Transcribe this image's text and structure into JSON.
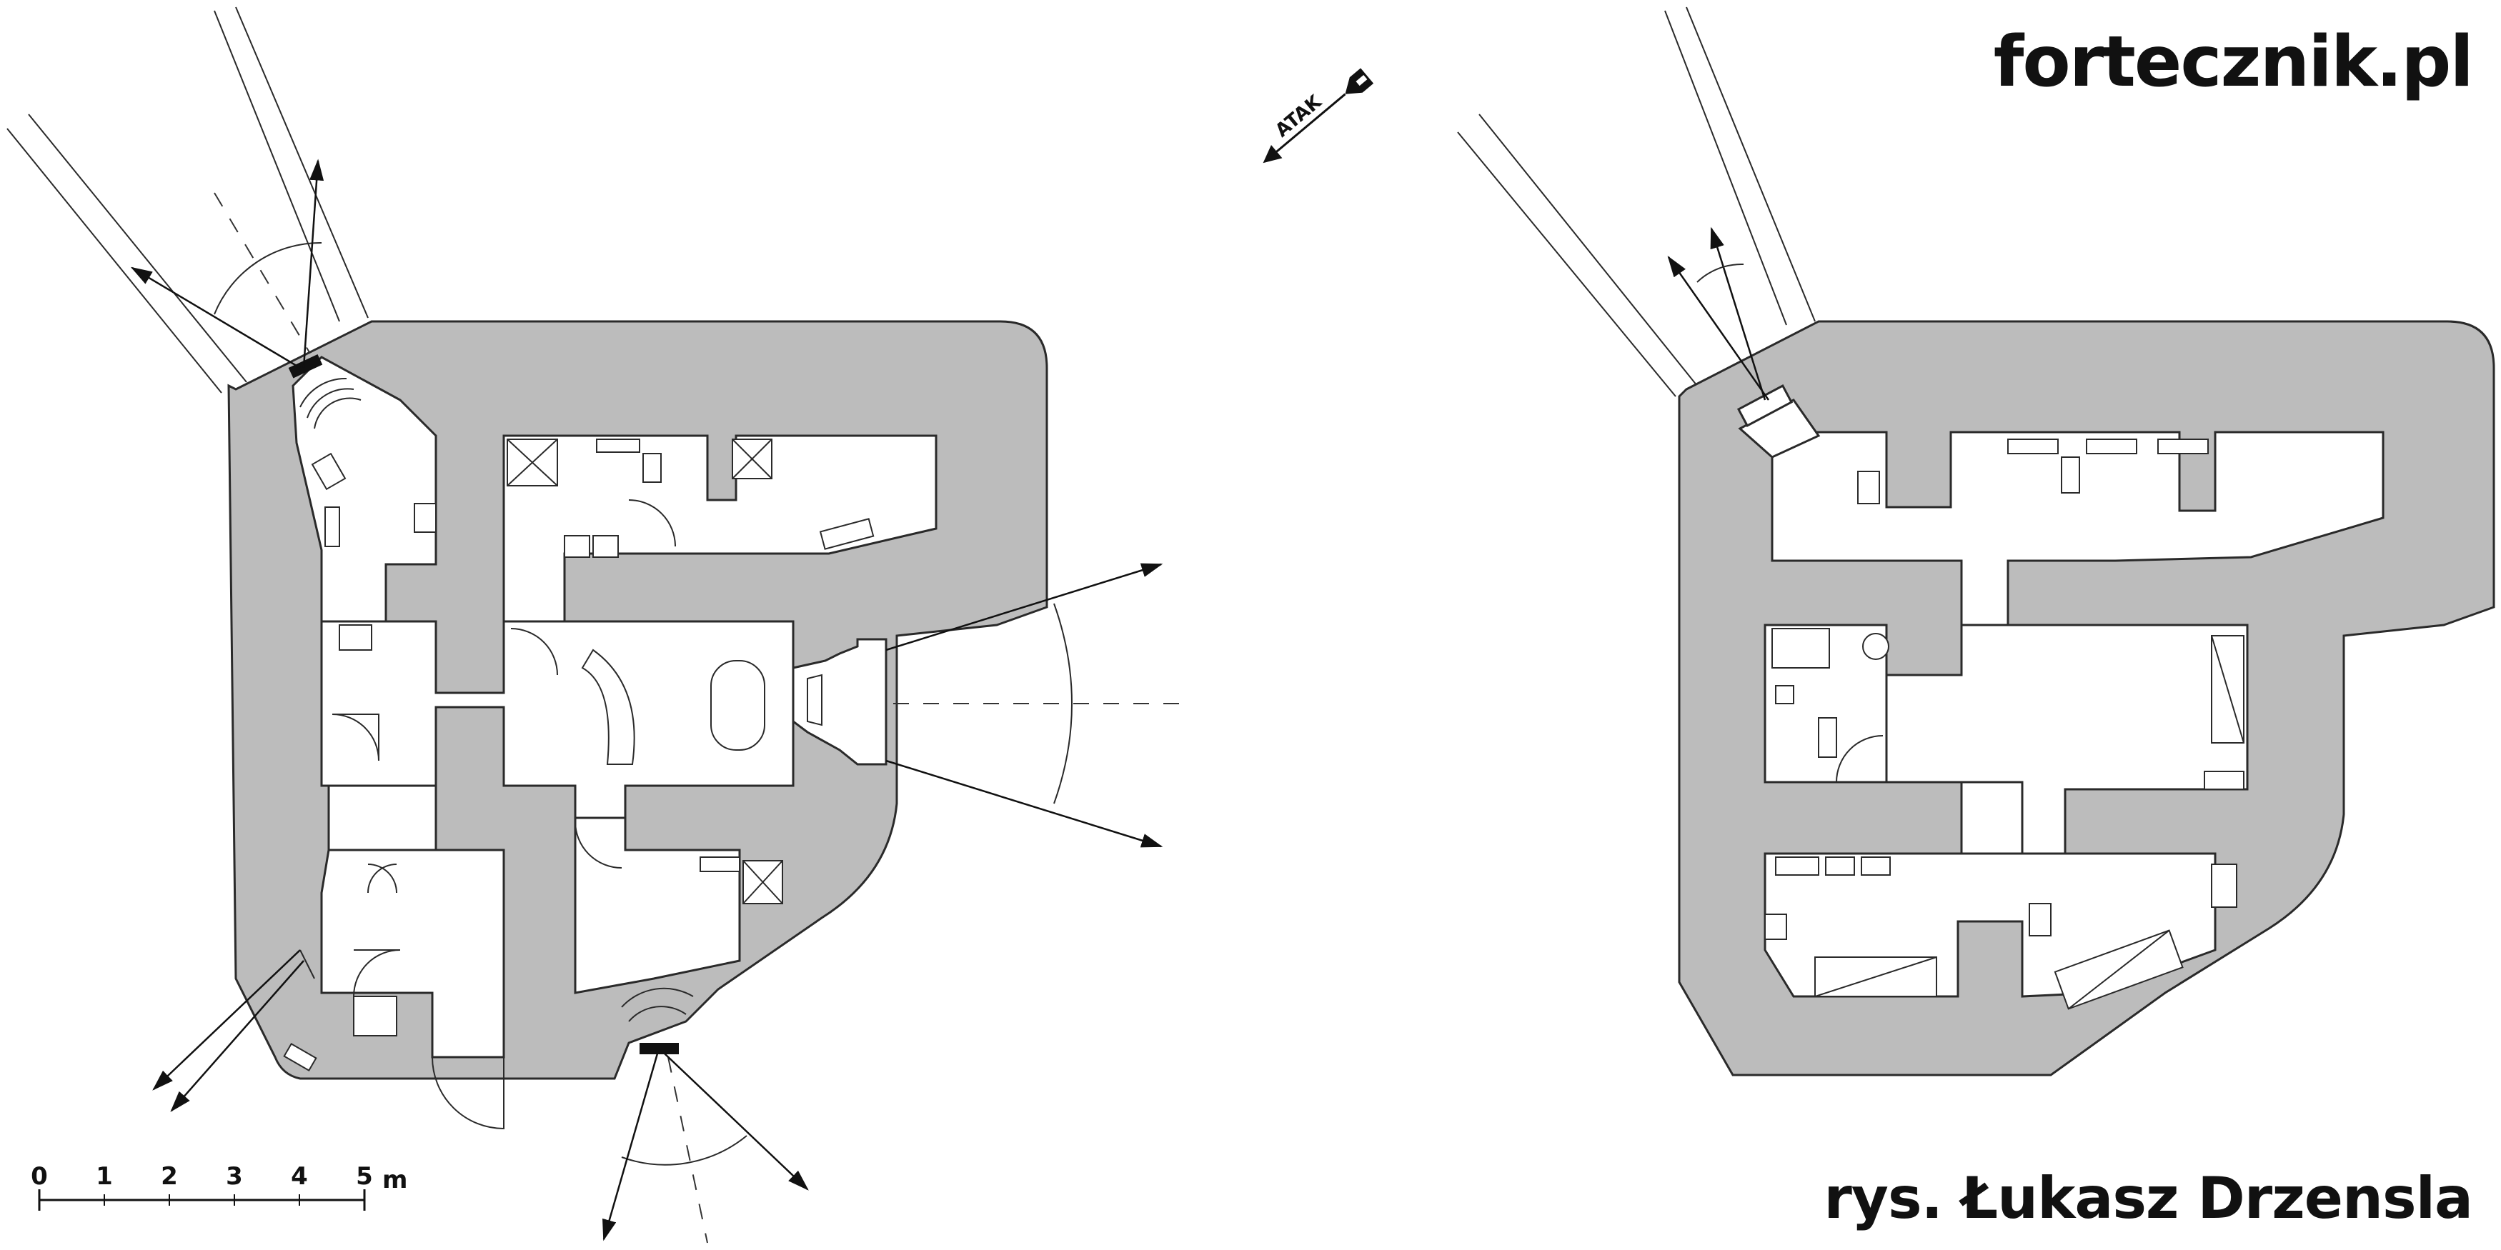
{
  "site": {
    "brand": "fortecznik.pl"
  },
  "credit": {
    "author": "rys. Łukasz Drzensla"
  },
  "attack_marker": {
    "label": "ATAK"
  },
  "scale_bar": {
    "ticks": [
      "0",
      "1",
      "2",
      "3",
      "4",
      "5"
    ],
    "unit": "m"
  },
  "colors": {
    "walls": "#bcbcbc",
    "outline": "#2a2a2a",
    "background": "#ffffff"
  }
}
